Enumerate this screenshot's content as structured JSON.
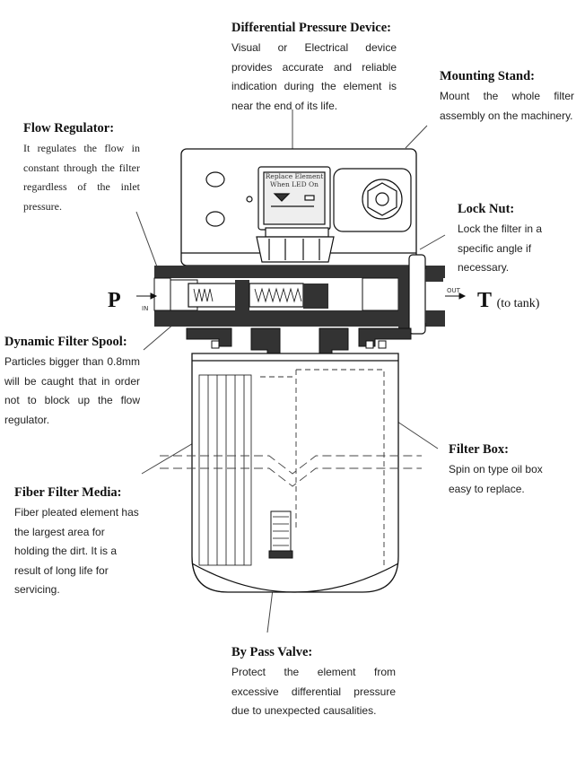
{
  "labels": {
    "dpd": {
      "title": "Differential Pressure Device:",
      "text": "Visual or Electrical device provides accurate and reliable indication during the element is near the end of its life."
    },
    "mount": {
      "title": "Mounting Stand:",
      "text": "Mount the whole filter assembly on the machinery."
    },
    "flow": {
      "title": "Flow Regulator:",
      "text": "It regulates the flow in constant through the filter regardless of the inlet pressure."
    },
    "lock": {
      "title": "Lock Nut:",
      "text": "Lock the filter in a specific angle if necessary."
    },
    "spool": {
      "title": "Dynamic Filter Spool:",
      "text": "Particles bigger than 0.8mm will be caught that in order not to block up the flow regulator."
    },
    "box": {
      "title": "Filter Box:",
      "text": "Spin on type oil box easy to replace."
    },
    "fiber": {
      "title": "Fiber Filter Media:",
      "text": "Fiber pleated element has the largest area for holding the dirt. It is a result of long life for servicing."
    },
    "bypass": {
      "title": "By Pass Valve:",
      "text": "Protect the element from excessive differential pressure due to unexpected causalities."
    }
  },
  "ports": {
    "p": "P",
    "in": "IN",
    "out": "OUT",
    "t": "T",
    "t_note": "(to tank)"
  },
  "indicator": {
    "line1": "Replace Element",
    "line2": "When LED On"
  }
}
